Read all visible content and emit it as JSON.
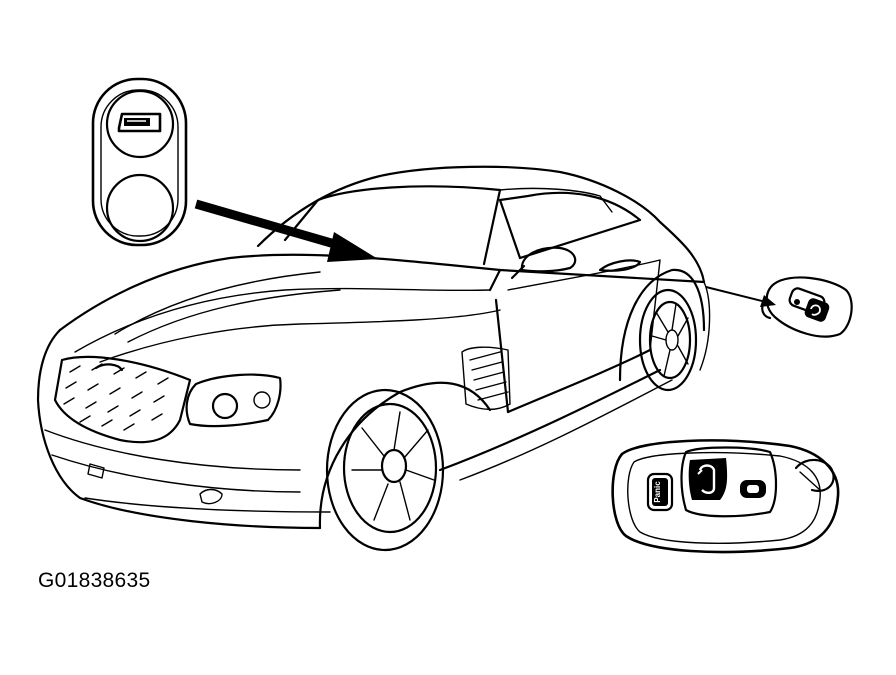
{
  "figure": {
    "code": "G01838635"
  },
  "key_fob": {
    "panic_label": "Panic"
  },
  "icons": [
    "liftgate-release-button-icon",
    "car-illustration",
    "key-fob-icon",
    "arrow-icon"
  ]
}
